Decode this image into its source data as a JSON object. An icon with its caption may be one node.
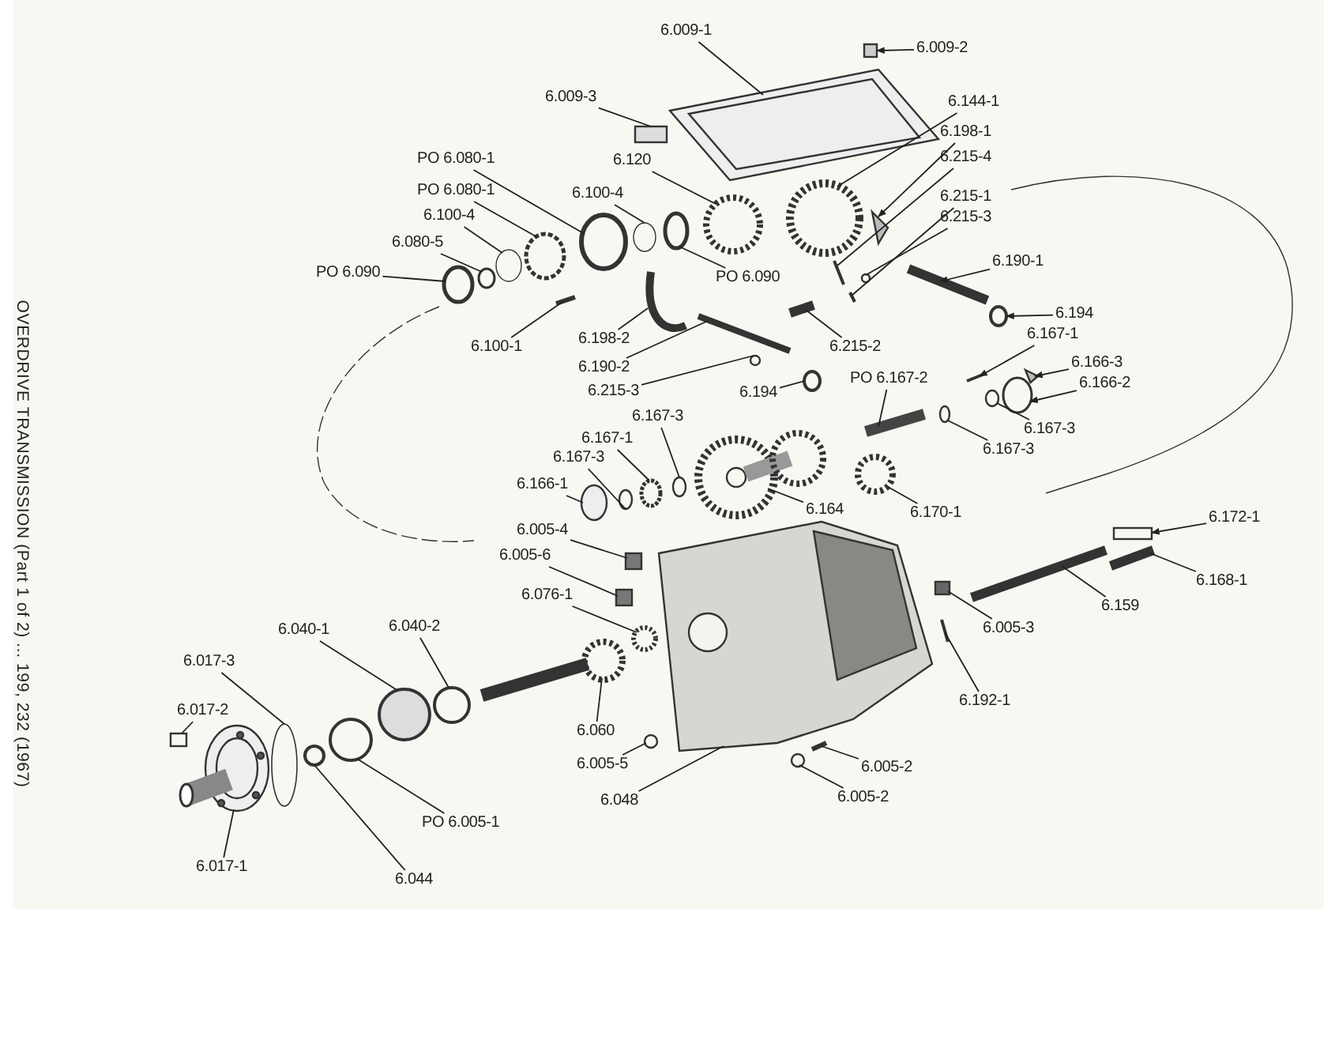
{
  "diagram": {
    "title": "OVERDRIVE TRANSMISSION (Part 1 of 2) ... 199, 232 (1967)",
    "nodes": [
      {
        "text": [
          "6.009-1"
        ]
      },
      {
        "text": [
          "6.009-2"
        ]
      },
      {
        "text": [
          "6.009-3"
        ]
      },
      {
        "text": [
          "6.144-1"
        ]
      },
      {
        "text": [
          "6.198-1"
        ]
      },
      {
        "text": [
          "6.215-4"
        ]
      },
      {
        "text": [
          "PO 6.080-1"
        ]
      },
      {
        "text": [
          "6.120"
        ]
      },
      {
        "text": [
          "PO 6.080-1"
        ]
      },
      {
        "text": [
          "6.100-4"
        ]
      },
      {
        "text": [
          "6.215-1"
        ]
      },
      {
        "text": [
          "6.100-4"
        ]
      },
      {
        "text": [
          "6.215-3"
        ]
      },
      {
        "text": [
          "6.080-5"
        ]
      },
      {
        "text": [
          "6.190-1"
        ]
      },
      {
        "text": [
          "PO 6.090"
        ]
      },
      {
        "text": [
          "PO 6.090"
        ]
      },
      {
        "text": [
          "6.194"
        ]
      },
      {
        "text": [
          "6.100-1"
        ]
      },
      {
        "text": [
          "6.198-2"
        ]
      },
      {
        "text": [
          "6.215-2"
        ]
      },
      {
        "text": [
          "6.167-1"
        ]
      },
      {
        "text": [
          "6.190-2"
        ]
      },
      {
        "text": [
          "6.166-3"
        ]
      },
      {
        "text": [
          "PO 6.167-2"
        ]
      },
      {
        "text": [
          "6.215-3"
        ]
      },
      {
        "text": [
          "6.194"
        ]
      },
      {
        "text": [
          "6.166-2"
        ]
      },
      {
        "text": [
          "6.167-3"
        ]
      },
      {
        "text": [
          "6.167-3"
        ]
      },
      {
        "text": [
          "6.167-1"
        ]
      },
      {
        "text": [
          "6.167-3"
        ]
      },
      {
        "text": [
          "6.167-3"
        ]
      },
      {
        "text": [
          "6.166-1"
        ]
      },
      {
        "text": [
          "6.164"
        ]
      },
      {
        "text": [
          "6.170-1"
        ]
      },
      {
        "text": [
          "6.172-1"
        ]
      },
      {
        "text": [
          "6.005-4"
        ]
      },
      {
        "text": [
          "6.005-6"
        ]
      },
      {
        "text": [
          "6.168-1"
        ]
      },
      {
        "text": [
          "6.076-1"
        ]
      },
      {
        "text": [
          "6.159"
        ]
      },
      {
        "text": [
          "6.040-1"
        ]
      },
      {
        "text": [
          "6.040-2"
        ]
      },
      {
        "text": [
          "6.005-3"
        ]
      },
      {
        "text": [
          "6.017-3"
        ]
      },
      {
        "text": [
          "6.192-1"
        ]
      },
      {
        "text": [
          "6.017-2"
        ]
      },
      {
        "text": [
          "6.060"
        ]
      },
      {
        "text": [
          "6.005-5"
        ]
      },
      {
        "text": [
          "6.005-2"
        ]
      },
      {
        "text": [
          "PO 6.005-1"
        ]
      },
      {
        "text": [
          "6.048"
        ]
      },
      {
        "text": [
          "6.005-2"
        ]
      },
      {
        "text": [
          "6.017-1"
        ]
      },
      {
        "text": [
          "6.044"
        ]
      },
      {
        "text": [],
        "shape": "picture"
      },
      {
        "text": [],
        "shape": "box"
      },
      {
        "text": [],
        "shape": "box"
      },
      {
        "text": [],
        "shape": "circle"
      },
      {
        "text": [],
        "shape": "triangle"
      },
      {
        "text": [],
        "shape": "bar"
      },
      {
        "text": [],
        "shape": "circle"
      },
      {
        "text": [],
        "shape": "circle"
      },
      {
        "text": [],
        "shape": "circle"
      },
      {
        "text": [],
        "shape": "circle"
      },
      {
        "text": [],
        "shape": "bar"
      },
      {
        "text": [],
        "shape": "circle"
      },
      {
        "text": [],
        "shape": "circle"
      },
      {
        "text": [],
        "shape": "circle"
      },
      {
        "text": [],
        "shape": "bar"
      },
      {
        "text": [],
        "shape": "circle"
      },
      {
        "text": [],
        "shape": "circle"
      },
      {
        "text": [],
        "shape": "circle"
      },
      {
        "text": [],
        "shape": "bar"
      },
      {
        "text": [],
        "shape": "picture"
      },
      {
        "text": [],
        "shape": "bar"
      },
      {
        "text": [],
        "shape": "bar"
      },
      {
        "text": [],
        "shape": "bar"
      },
      {
        "text": [],
        "shape": "triangle"
      },
      {
        "text": [],
        "shape": "bar"
      },
      {
        "text": [],
        "shape": "circle"
      },
      {
        "text": [],
        "shape": "circle"
      },
      {
        "text": [],
        "shape": "circle"
      },
      {
        "text": [],
        "shape": "circle"
      },
      {
        "text": [],
        "shape": "circle"
      },
      {
        "text": [],
        "shape": "circle"
      },
      {
        "text": [],
        "shape": "circle"
      },
      {
        "text": [],
        "shape": "circle"
      },
      {
        "text": [],
        "shape": "circle"
      },
      {
        "text": [],
        "shape": "picture"
      },
      {
        "text": [],
        "shape": "circle"
      },
      {
        "text": [],
        "shape": "box"
      },
      {
        "text": [],
        "shape": "box"
      },
      {
        "text": [],
        "shape": "box"
      },
      {
        "text": [],
        "shape": "bar"
      },
      {
        "text": [],
        "shape": "circle"
      },
      {
        "text": [],
        "shape": "bar"
      },
      {
        "text": [],
        "shape": "circle"
      },
      {
        "text": [],
        "shape": "circle"
      },
      {
        "text": [],
        "shape": "box"
      },
      {
        "text": [],
        "shape": "circle"
      },
      {
        "text": [],
        "shape": "bar"
      },
      {
        "text": [],
        "shape": "box"
      },
      {
        "text": [],
        "shape": "picture"
      },
      {
        "text": [],
        "shape": "circle"
      },
      {
        "text": [],
        "shape": "bar"
      },
      {
        "text": [],
        "shape": "circle"
      },
      {
        "text": [],
        "shape": "picture"
      },
      {
        "text": [],
        "shape": "circle"
      },
      {
        "text": [],
        "shape": "picture"
      },
      {
        "text": [],
        "shape": "circle"
      }
    ],
    "edges": [
      {
        "from": 0,
        "to": 56,
        "arrow": "none"
      },
      {
        "from": 1,
        "to": 57,
        "arrow": "to"
      },
      {
        "from": 2,
        "to": 58,
        "arrow": "none"
      },
      {
        "from": 3,
        "to": 59,
        "arrow": "none"
      },
      {
        "from": 4,
        "to": 60,
        "arrow": "to"
      },
      {
        "from": 5,
        "to": 61,
        "arrow": "none"
      },
      {
        "from": 6,
        "to": 62,
        "arrow": "none"
      },
      {
        "from": 7,
        "to": 63,
        "arrow": "none"
      },
      {
        "from": 8,
        "to": 64,
        "arrow": "none"
      },
      {
        "from": 9,
        "to": 65,
        "arrow": "none"
      },
      {
        "from": 10,
        "to": 66,
        "arrow": "none"
      },
      {
        "from": 11,
        "to": 67,
        "arrow": "none"
      },
      {
        "from": 12,
        "to": 68,
        "arrow": "none"
      },
      {
        "from": 13,
        "to": 69,
        "arrow": "none"
      },
      {
        "from": 14,
        "to": 70,
        "arrow": "to"
      },
      {
        "from": 15,
        "to": 71,
        "arrow": "none"
      },
      {
        "from": 16,
        "to": 72,
        "arrow": "none"
      },
      {
        "from": 17,
        "to": 73,
        "arrow": "to"
      },
      {
        "from": 18,
        "to": 74,
        "arrow": "none"
      },
      {
        "from": 19,
        "to": 75,
        "arrow": "none"
      },
      {
        "from": 20,
        "to": 76,
        "arrow": "none"
      },
      {
        "from": 21,
        "to": 77,
        "arrow": "to"
      },
      {
        "from": 22,
        "to": 78,
        "arrow": "none"
      },
      {
        "from": 23,
        "to": 79,
        "arrow": "to"
      },
      {
        "from": 24,
        "to": 80,
        "arrow": "none"
      },
      {
        "from": 25,
        "to": 81,
        "arrow": "none"
      },
      {
        "from": 26,
        "to": 82,
        "arrow": "none"
      },
      {
        "from": 27,
        "to": 83,
        "arrow": "to"
      },
      {
        "from": 28,
        "to": 84,
        "arrow": "none"
      },
      {
        "from": 29,
        "to": 85,
        "arrow": "none"
      },
      {
        "from": 30,
        "to": 86,
        "arrow": "none"
      },
      {
        "from": 31,
        "to": 87,
        "arrow": "none"
      },
      {
        "from": 32,
        "to": 88,
        "arrow": "none"
      },
      {
        "from": 33,
        "to": 89,
        "arrow": "none"
      },
      {
        "from": 34,
        "to": 90,
        "arrow": "none"
      },
      {
        "from": 35,
        "to": 91,
        "arrow": "none"
      },
      {
        "from": 36,
        "to": 92,
        "arrow": "to"
      },
      {
        "from": 37,
        "to": 93,
        "arrow": "none"
      },
      {
        "from": 38,
        "to": 94,
        "arrow": "none"
      },
      {
        "from": 39,
        "to": 95,
        "arrow": "none"
      },
      {
        "from": 40,
        "to": 96,
        "arrow": "none"
      },
      {
        "from": 41,
        "to": 97,
        "arrow": "none"
      },
      {
        "from": 42,
        "to": 98,
        "arrow": "none"
      },
      {
        "from": 43,
        "to": 99,
        "arrow": "none"
      },
      {
        "from": 44,
        "to": 100,
        "arrow": "none"
      },
      {
        "from": 45,
        "to": 101,
        "arrow": "none"
      },
      {
        "from": 46,
        "to": 102,
        "arrow": "none"
      },
      {
        "from": 47,
        "to": 103,
        "arrow": "none"
      },
      {
        "from": 48,
        "to": 104,
        "arrow": "none"
      },
      {
        "from": 49,
        "to": 105,
        "arrow": "none"
      },
      {
        "from": 50,
        "to": 106,
        "arrow": "none"
      },
      {
        "from": 51,
        "to": 107,
        "arrow": "none"
      },
      {
        "from": 52,
        "to": 108,
        "arrow": "none"
      },
      {
        "from": 53,
        "to": 109,
        "arrow": "none"
      },
      {
        "from": 54,
        "to": 110,
        "arrow": "none"
      },
      {
        "from": 55,
        "to": 111,
        "arrow": "none"
      }
    ]
  }
}
